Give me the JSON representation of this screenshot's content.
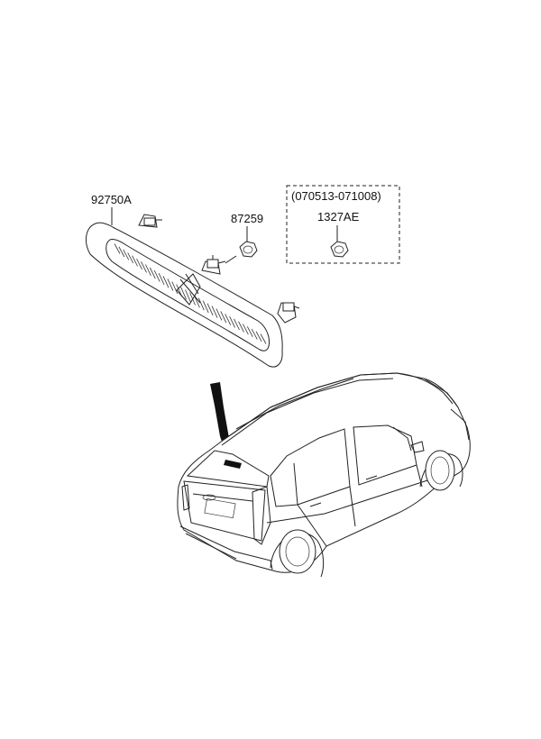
{
  "diagram": {
    "callouts": {
      "lamp_part": "92750A",
      "nut_part": "87259",
      "date_range": "(070513-071008)",
      "alt_nut_part": "1327AE"
    },
    "colors": {
      "line": "#222222",
      "background": "#ffffff",
      "leader": "#111111"
    }
  }
}
